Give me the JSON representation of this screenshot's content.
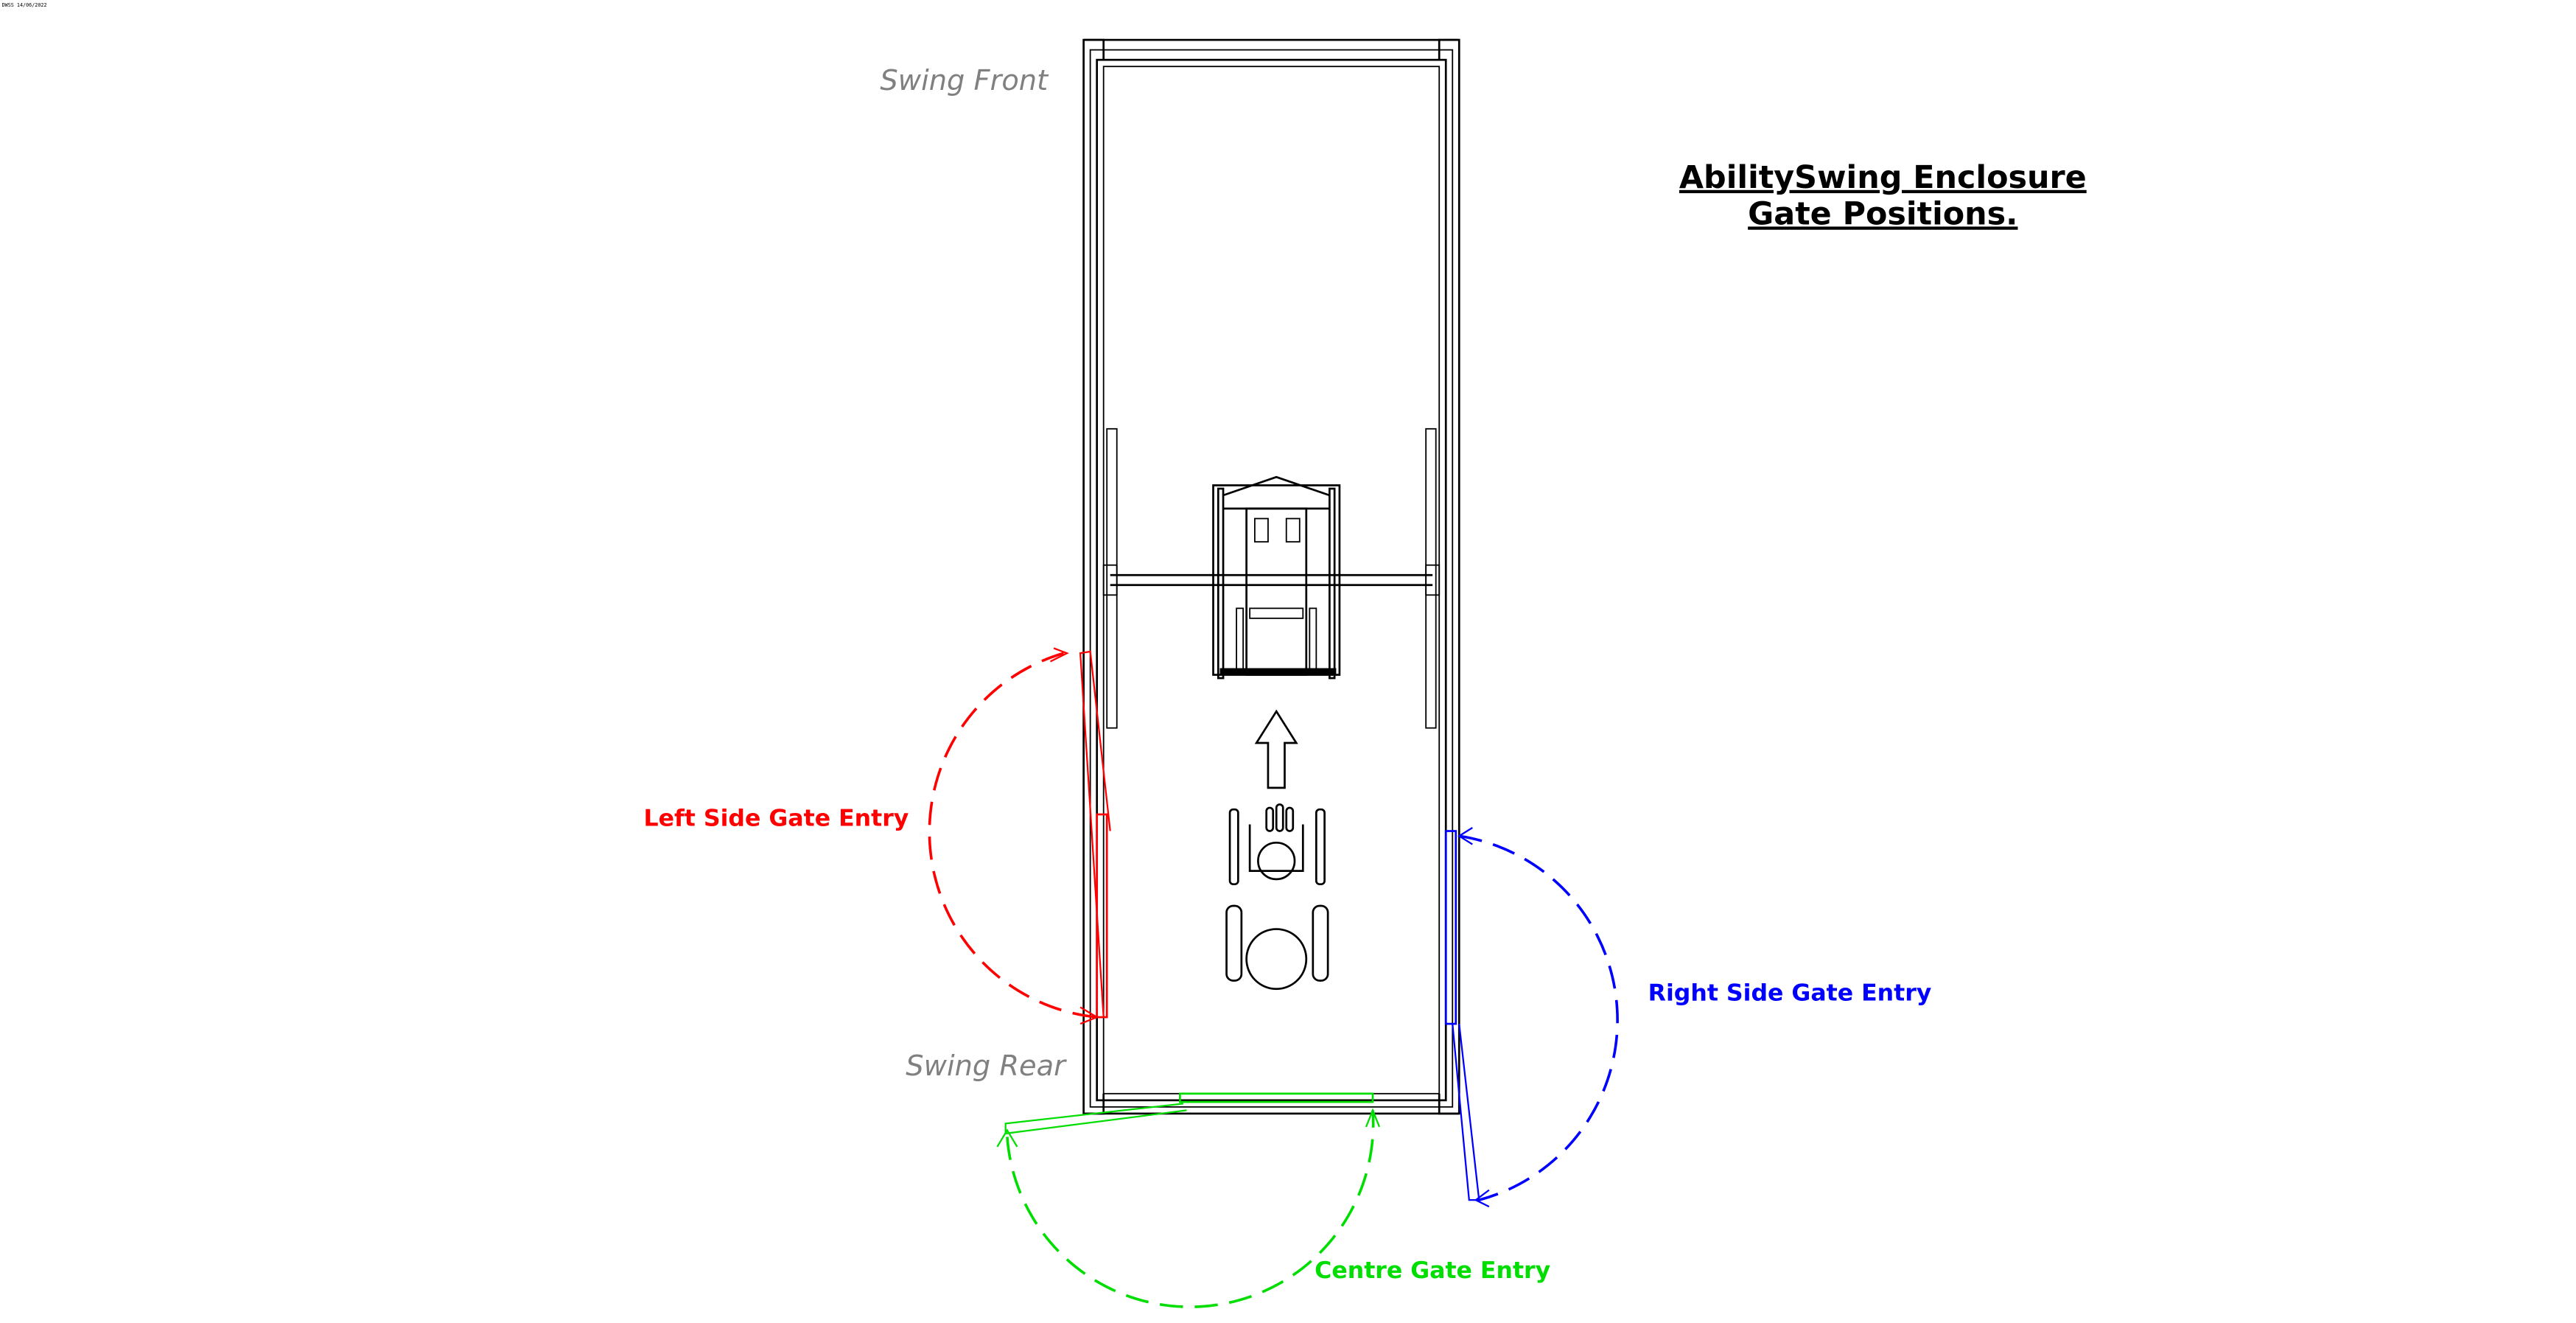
{
  "stamp": "DWSS 14/06/2022",
  "title": {
    "line1": "AbilitySwing Enclosure",
    "line2": "Gate Positions."
  },
  "labels": {
    "swing_front": "Swing Front",
    "swing_rear": "Swing Rear",
    "left_gate": "Left Side Gate Entry",
    "right_gate": "Right Side Gate Entry",
    "centre_gate": "Centre Gate Entry"
  },
  "colors": {
    "left": "#ff0000",
    "right": "#0000ff",
    "centre": "#00dd00",
    "label_grey": "#808080"
  }
}
